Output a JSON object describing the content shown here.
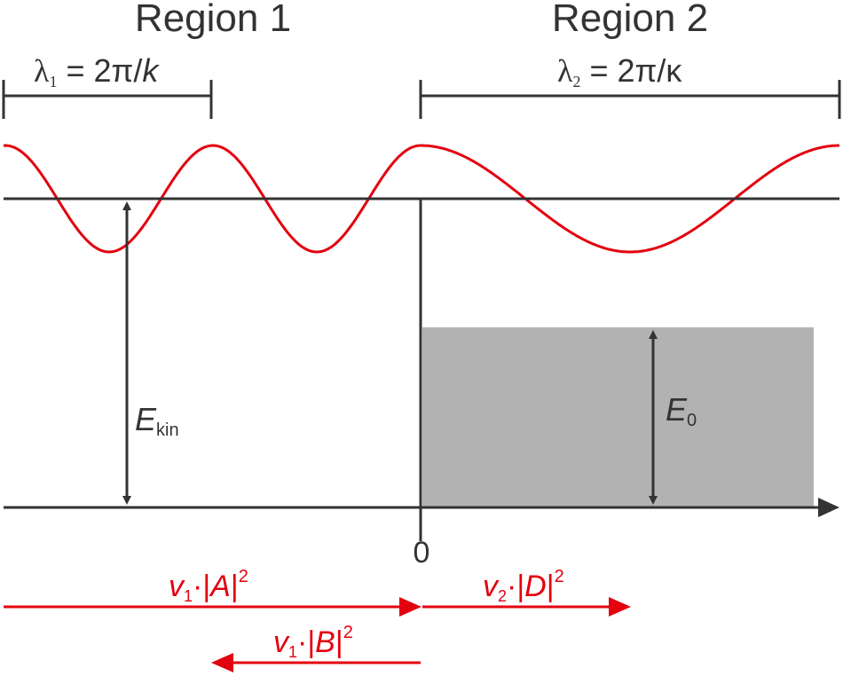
{
  "regions": {
    "region1_label": "Region 1",
    "region2_label": "Region 2"
  },
  "wavelengths": {
    "lambda1": {
      "symbol": "λ",
      "subscript": "1",
      "equals": " = 2π/",
      "variable": "k"
    },
    "lambda2": {
      "symbol": "λ",
      "subscript": "2",
      "equals": " = 2π/κ"
    }
  },
  "energies": {
    "kinetic": {
      "symbol": "E",
      "subscript": "kin"
    },
    "barrier": {
      "symbol": "E",
      "subscript": "0"
    }
  },
  "axis": {
    "origin_label": "0"
  },
  "fluxes": {
    "incident": {
      "velocity": "v",
      "velocity_sub": "1",
      "dot": "·|",
      "amplitude": "A",
      "close": "|",
      "power": "2"
    },
    "reflected": {
      "velocity": "v",
      "velocity_sub": "1",
      "dot": "·|",
      "amplitude": "B",
      "close": "|",
      "power": "2"
    },
    "transmitted": {
      "velocity": "v",
      "velocity_sub": "2",
      "dot": "·|",
      "amplitude": "D",
      "close": "|",
      "power": "2"
    }
  },
  "colors": {
    "wave": "#e3000f",
    "lines": "#333333",
    "barrier_fill": "#b2b2b2"
  }
}
